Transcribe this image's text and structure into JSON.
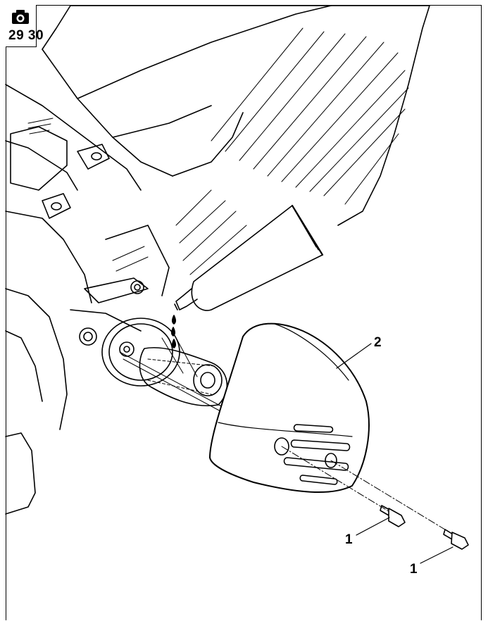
{
  "badge": {
    "icon": "camera-icon",
    "code": "29 30"
  },
  "callouts": {
    "cover": "2",
    "bolt_upper": "1",
    "bolt_lower": "1"
  },
  "colors": {
    "line": "#000000",
    "cover_fill": "#ffffff",
    "background": "#ffffff"
  }
}
